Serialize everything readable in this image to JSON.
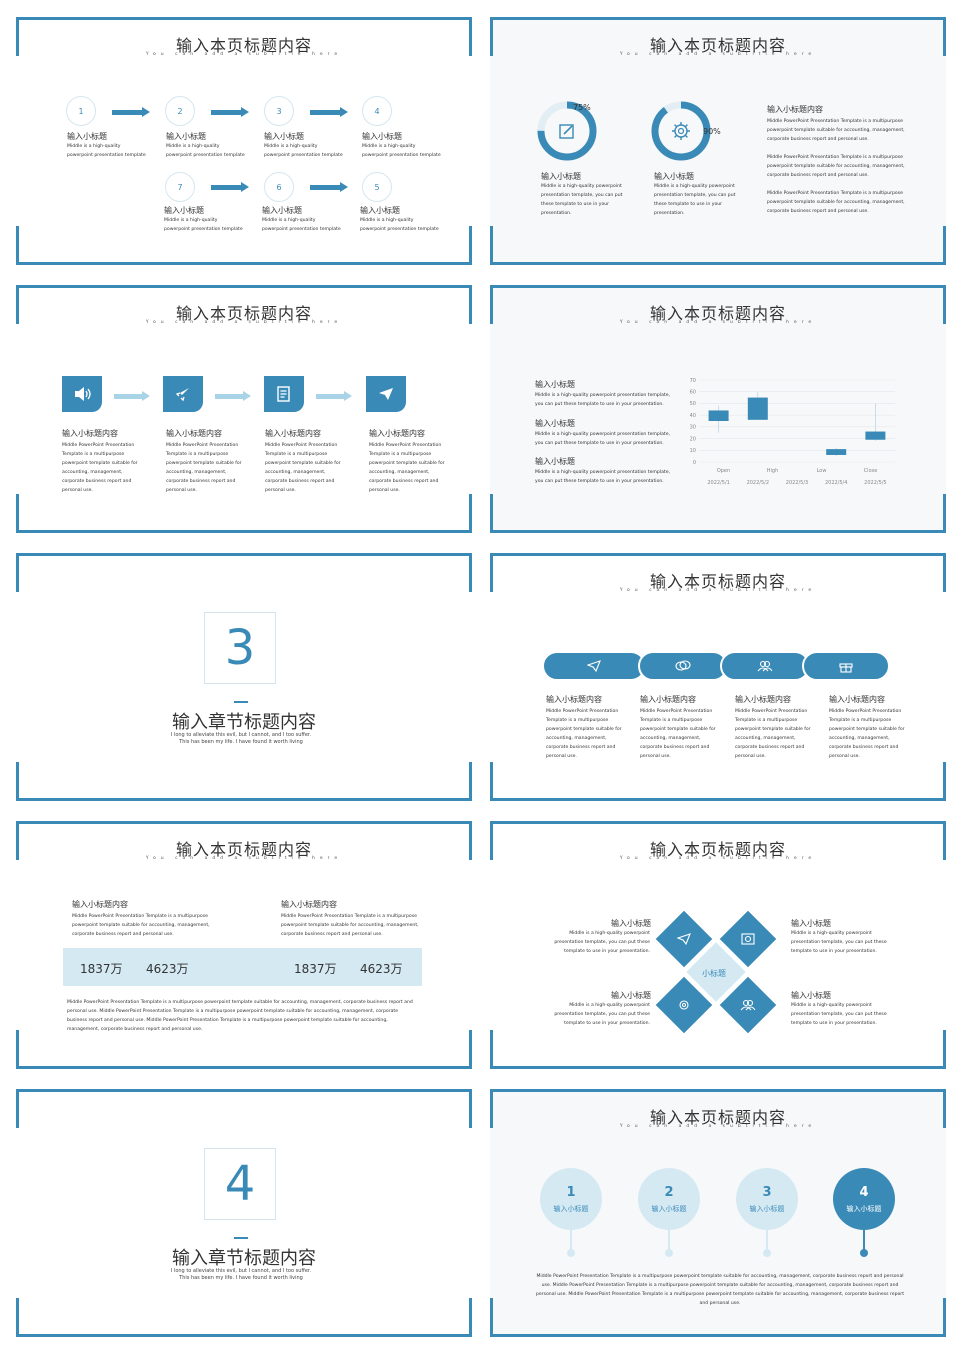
{
  "slide1": {
    "title": "输入本页标题内容",
    "subtitle": "You can add a subtitle here",
    "steps": [
      {
        "num": "1",
        "label": "输入小标题",
        "desc": "Middle is a high-quality powerpoint presentation template"
      },
      {
        "num": "2",
        "label": "输入小标题",
        "desc": "Middle is a high-quality powerpoint presentation template"
      },
      {
        "num": "3",
        "label": "输入小标题",
        "desc": "Middle is a high-quality powerpoint presentation template"
      },
      {
        "num": "4",
        "label": "输入小标题",
        "desc": "Middle is a high-quality powerpoint presentation template"
      },
      {
        "num": "7",
        "label": "输入小标题",
        "desc": "Middle is a high-quality powerpoint presentation template"
      },
      {
        "num": "6",
        "label": "输入小标题",
        "desc": "Middle is a high-quality powerpoint presentation template"
      },
      {
        "num": "5",
        "label": "输入小标题",
        "desc": "Middle is a high-quality powerpoint presentation template"
      }
    ]
  },
  "slide2": {
    "title": "输入本页标题内容",
    "subtitle": "You can add a subtitle here",
    "gauges": [
      {
        "percent": "75%",
        "fraction": 0.75,
        "icon": "edit-icon",
        "label": "输入小标题",
        "desc": "Middle is a high-quality powerpoint presentation template,  you can put these template to use in your presentation."
      },
      {
        "percent": "90%",
        "fraction": 0.9,
        "icon": "gear-icon",
        "label": "输入小标题",
        "desc": "Middle is a high-quality powerpoint presentation template,  you can put these template to use in your presentation."
      }
    ],
    "side_label": "输入小标题内容",
    "side_paras": [
      "Middle PowerPoint Presentation Template is a multipurpose powerpoint template suitable for accounting, management, corporate business report and personal use.",
      "Middle PowerPoint Presentation Template is a multipurpose powerpoint template suitable for accounting, management, corporate business report and personal use.",
      "Middle PowerPoint Presentation Template is a multipurpose powerpoint template suitable for accounting, management, corporate business report and personal use."
    ]
  },
  "slide3": {
    "title": "输入本页标题内容",
    "subtitle": "You can add a subtitle here",
    "items": [
      {
        "icon": "speaker-icon",
        "label": "输入小标题内容",
        "desc": "Middle PowerPoint Presentation Template is a multipurpose powerpoint template suitable for accounting, management, corporate business report and personal use."
      },
      {
        "icon": "rocket-icon",
        "label": "输入小标题内容",
        "desc": "Middle PowerPoint Presentation Template is a multipurpose powerpoint template suitable for accounting, management, corporate business report and personal use."
      },
      {
        "icon": "document-icon",
        "label": "输入小标题内容",
        "desc": "Middle PowerPoint Presentation Template is a multipurpose powerpoint template suitable for accounting, management, corporate business report and personal use."
      },
      {
        "icon": "paper-plane-icon",
        "label": "输入小标题内容",
        "desc": "Middle PowerPoint Presentation Template is a multipurpose powerpoint template suitable for accounting, management, corporate business report and personal use."
      }
    ]
  },
  "slide4": {
    "title": "输入本页标题内容",
    "subtitle": "You can add a subtitle here",
    "items": [
      {
        "label": "输入小标题",
        "desc": "Middle is a high-quality powerpoint presentation template,  you can  put these template to use in your presentation."
      },
      {
        "label": "输入小标题",
        "desc": "Middle is a high-quality powerpoint presentation template,  you can  put these template to use in your presentation."
      },
      {
        "label": "输入小标题",
        "desc": "Middle is a high-quality powerpoint presentation template,  you can  put these template to use in your presentation."
      }
    ]
  },
  "chart_data": {
    "type": "candlestick",
    "yticks": [
      "70",
      "60",
      "50",
      "40",
      "30",
      "20",
      "10",
      "0"
    ],
    "ylim": [
      0,
      70
    ],
    "categories": [
      "2022/5/1",
      "2022/5/2",
      "2022/5/3",
      "2022/5/4",
      "2022/5/5"
    ],
    "legend_labels": [
      "Open",
      "High",
      "Low",
      "Close"
    ],
    "series": [
      {
        "date": "2022/5/1",
        "open": 44,
        "close": 35,
        "high": 48,
        "low": 25
      },
      {
        "date": "2022/5/2",
        "open": 55,
        "close": 36,
        "high": 60,
        "low": 36
      },
      {
        "date": "2022/5/3",
        "open": null,
        "close": null,
        "high": null,
        "low": null
      },
      {
        "date": "2022/5/4",
        "open": 11,
        "close": 6,
        "high": 12,
        "low": 5
      },
      {
        "date": "2022/5/5",
        "open": 26,
        "close": 19,
        "high": 50,
        "low": 18
      }
    ],
    "color": "#3a8ab7"
  },
  "slide5": {
    "number": "3",
    "title": "输入章节标题内容",
    "desc": "I long to alleviate this evil, but I cannot, and I too suffer. This has been my life. I have found it worth living"
  },
  "slide6": {
    "title": "输入本页标题内容",
    "subtitle": "You can add a subtitle here",
    "items": [
      {
        "icon": "paper-plane-icon",
        "label": "输入小标题内容",
        "desc": "Middle PowerPoint Presentation Template is a multipurpose powerpoint template suitable for accounting, management, corporate business report and personal use."
      },
      {
        "icon": "chat-icon",
        "label": "输入小标题内容",
        "desc": "Middle PowerPoint Presentation Template is a multipurpose powerpoint template suitable for accounting, management, corporate business report and personal use."
      },
      {
        "icon": "users-icon",
        "label": "输入小标题内容",
        "desc": "Middle PowerPoint Presentation Template is a multipurpose powerpoint template suitable for accounting, management, corporate business report and personal use."
      },
      {
        "icon": "gift-icon",
        "label": "输入小标题内容",
        "desc": "Middle PowerPoint Presentation Template is a multipurpose powerpoint template suitable for accounting, management, corporate business report and personal use."
      }
    ]
  },
  "slide7": {
    "title": "输入本页标题内容",
    "subtitle": "You can add a subtitle here",
    "cols": [
      {
        "label": "输入小标题内容",
        "desc": "Middle PowerPoint Presentation Template is a multipurpose powerpoint template suitable for accounting, management, corporate business report and personal use.",
        "v1": "1837万",
        "v2": "4623万"
      },
      {
        "label": "输入小标题内容",
        "desc": "Middle PowerPoint Presentation Template is a multipurpose powerpoint template suitable for accounting, management, corporate business report and personal use.",
        "v1": "1837万",
        "v2": "4623万"
      }
    ],
    "footer": "Middle PowerPoint Presentation Template is a multipurpose powerpoint template suitable for accounting, management, corporate business report and personal use. Middle PowerPoint Presentation Template is a multipurpose powerpoint template suitable for accounting, management, corporate business report and personal use. Middle PowerPoint Presentation Template is a multipurpose powerpoint template suitable for accounting, management, corporate business report and personal use."
  },
  "slide8": {
    "title": "输入本页标题内容",
    "subtitle": "You can add a subtitle here",
    "center": "小标题",
    "items": [
      {
        "label": "输入小标题",
        "desc": "Middle is a high-quality powerpoint presentation template,  you can  put these template to use in your presentation."
      },
      {
        "label": "输入小标题",
        "desc": "Middle is a high-quality powerpoint presentation template,  you can  put these template to use in your presentation."
      },
      {
        "label": "输入小标题",
        "desc": "Middle is a high-quality powerpoint presentation template,  you can  put these template to use in your presentation."
      },
      {
        "label": "输入小标题",
        "desc": "Middle is a high-quality powerpoint presentation template,  you can  put these template to use in your presentation."
      }
    ]
  },
  "slide9": {
    "number": "4",
    "title": "输入章节标题内容",
    "desc": "I long to alleviate this evil, but I cannot, and I too suffer. This has been my life. I have found it worth living"
  },
  "slide10": {
    "title": "输入本页标题内容",
    "subtitle": "You can add a subtitle here",
    "pins": [
      {
        "num": "1",
        "label": "输入小标题"
      },
      {
        "num": "2",
        "label": "输入小标题"
      },
      {
        "num": "3",
        "label": "输入小标题"
      },
      {
        "num": "4",
        "label": "输入小标题"
      }
    ],
    "footer": "Middle PowerPoint Presentation Template is a multipurpose powerpoint template suitable for accounting, management, corporate business report and personal use. Middle PowerPoint Presentation Template is a multipurpose powerpoint template suitable for accounting, management, corporate business report and personal use. Middle PowerPoint Presentation Template is a multipurpose powerpoint template suitable for accounting, management, corporate business report and personal use."
  }
}
